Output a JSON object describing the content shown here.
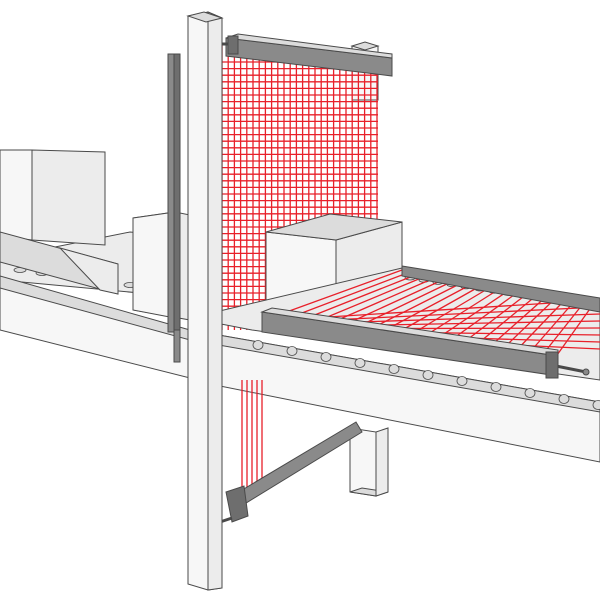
{
  "diagram": {
    "colors": {
      "outline": "#4a4a4a",
      "light_fill": "#ececec",
      "mid_fill": "#dcdcdc",
      "face_fill": "#f7f7f7",
      "sensor_bar": "#8a8a8a",
      "sensor_bar_dark": "#6e6e6e",
      "beam": "#e8202a"
    },
    "icons": {
      "vertical_beams": "light-curtain-beams",
      "horizontal_beams": "light-curtain-beams",
      "sensor": "sensor-bar"
    }
  }
}
